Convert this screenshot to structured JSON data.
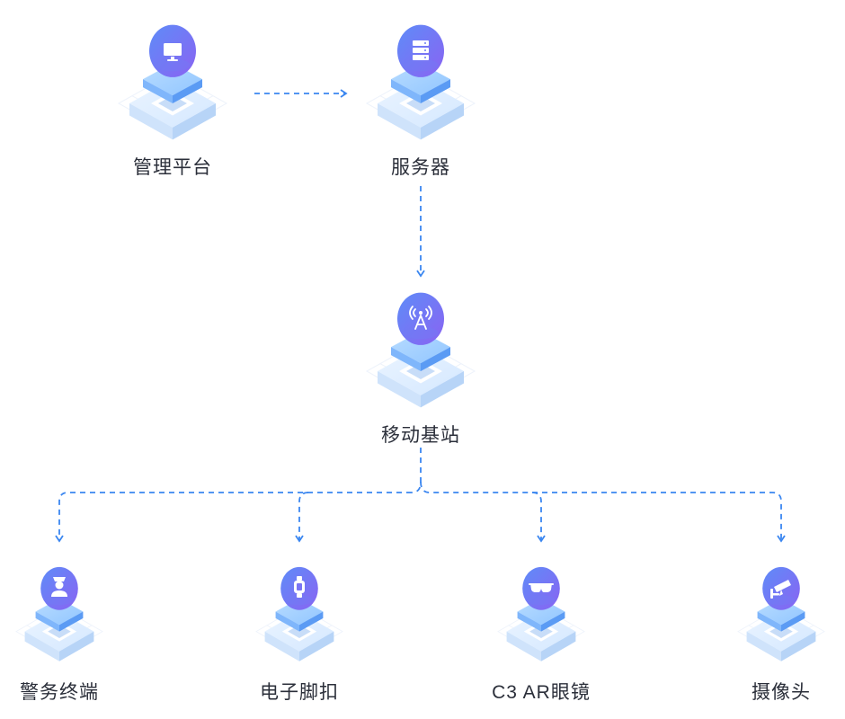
{
  "colors": {
    "connector": "#3a86f0",
    "icon_bubble_start": "#5e8cf8",
    "icon_bubble_end": "#8a63f2",
    "label": "#2b2f3a"
  },
  "nodes": {
    "platform": {
      "label": "管理平台",
      "icon": "monitor-icon"
    },
    "server": {
      "label": "服务器",
      "icon": "server-rack-icon"
    },
    "base": {
      "label": "移动基站",
      "icon": "signal-tower-icon"
    },
    "police": {
      "label": "警务终端",
      "icon": "police-officer-icon"
    },
    "button": {
      "label": "电子脚扣",
      "icon": "smartwatch-icon"
    },
    "glasses": {
      "label": "C3 AR眼镜",
      "icon": "ar-glasses-icon"
    },
    "camera": {
      "label": "摄像头",
      "icon": "cctv-camera-icon"
    }
  }
}
